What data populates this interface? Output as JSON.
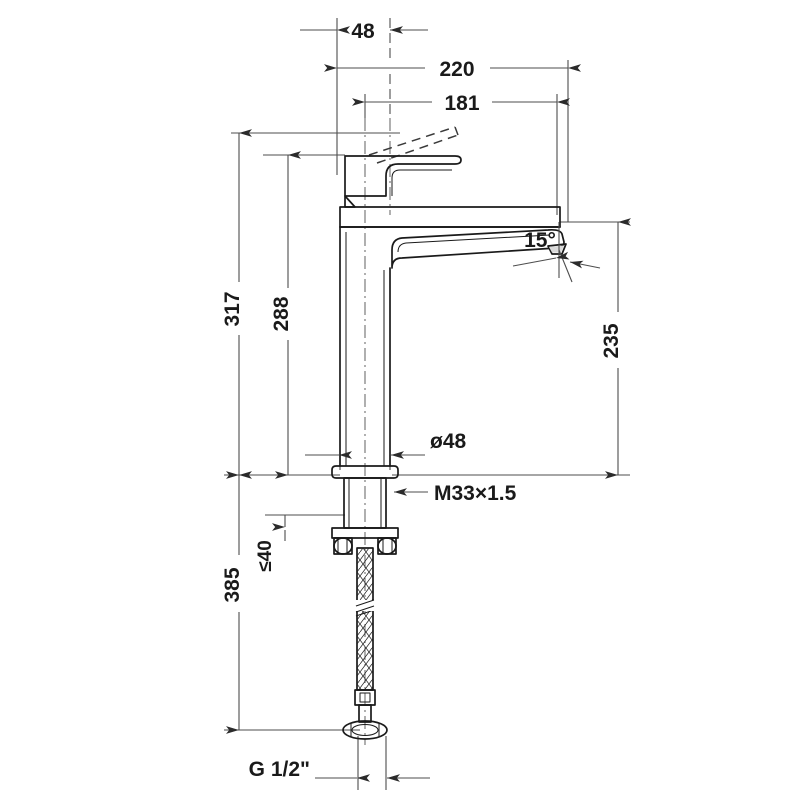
{
  "drawing": {
    "title": "Single lever basin mixer XL - dimensional drawing",
    "units": "mm",
    "background_color": "#ffffff",
    "line_color": "#1a1a1a",
    "dimension_line_color": "#4d4d4d",
    "text_color": "#1a1a1a"
  },
  "dimensions": {
    "handle_offset": "48",
    "total_reach": "220",
    "spout_reach": "181",
    "spout_angle": "15°",
    "total_height": "317",
    "body_height": "288",
    "spout_height": "235",
    "shank_diameter": "ø48",
    "thread_spec": "M33×1.5",
    "max_deck_thickness": "≤40",
    "overall_length": "385",
    "supply_connection": "G 1/2\""
  },
  "labels": [
    {
      "id": "dim-48",
      "text": "48",
      "orientation": "horizontal"
    },
    {
      "id": "dim-220",
      "text": "220",
      "orientation": "horizontal"
    },
    {
      "id": "dim-181",
      "text": "181",
      "orientation": "horizontal"
    },
    {
      "id": "dim-317",
      "text": "317",
      "orientation": "vertical"
    },
    {
      "id": "dim-288",
      "text": "288",
      "orientation": "vertical"
    },
    {
      "id": "dim-235",
      "text": "235",
      "orientation": "vertical"
    },
    {
      "id": "dim-15deg",
      "text": "15°",
      "orientation": "horizontal"
    },
    {
      "id": "dim-d48",
      "text": "ø48",
      "orientation": "horizontal"
    },
    {
      "id": "dim-m33",
      "text": "M33×1.5",
      "orientation": "horizontal"
    },
    {
      "id": "dim-max40",
      "text": "≤40",
      "orientation": "vertical"
    },
    {
      "id": "dim-385",
      "text": "385",
      "orientation": "vertical"
    },
    {
      "id": "dim-g12",
      "text": "G 1/2\"",
      "orientation": "horizontal"
    }
  ]
}
